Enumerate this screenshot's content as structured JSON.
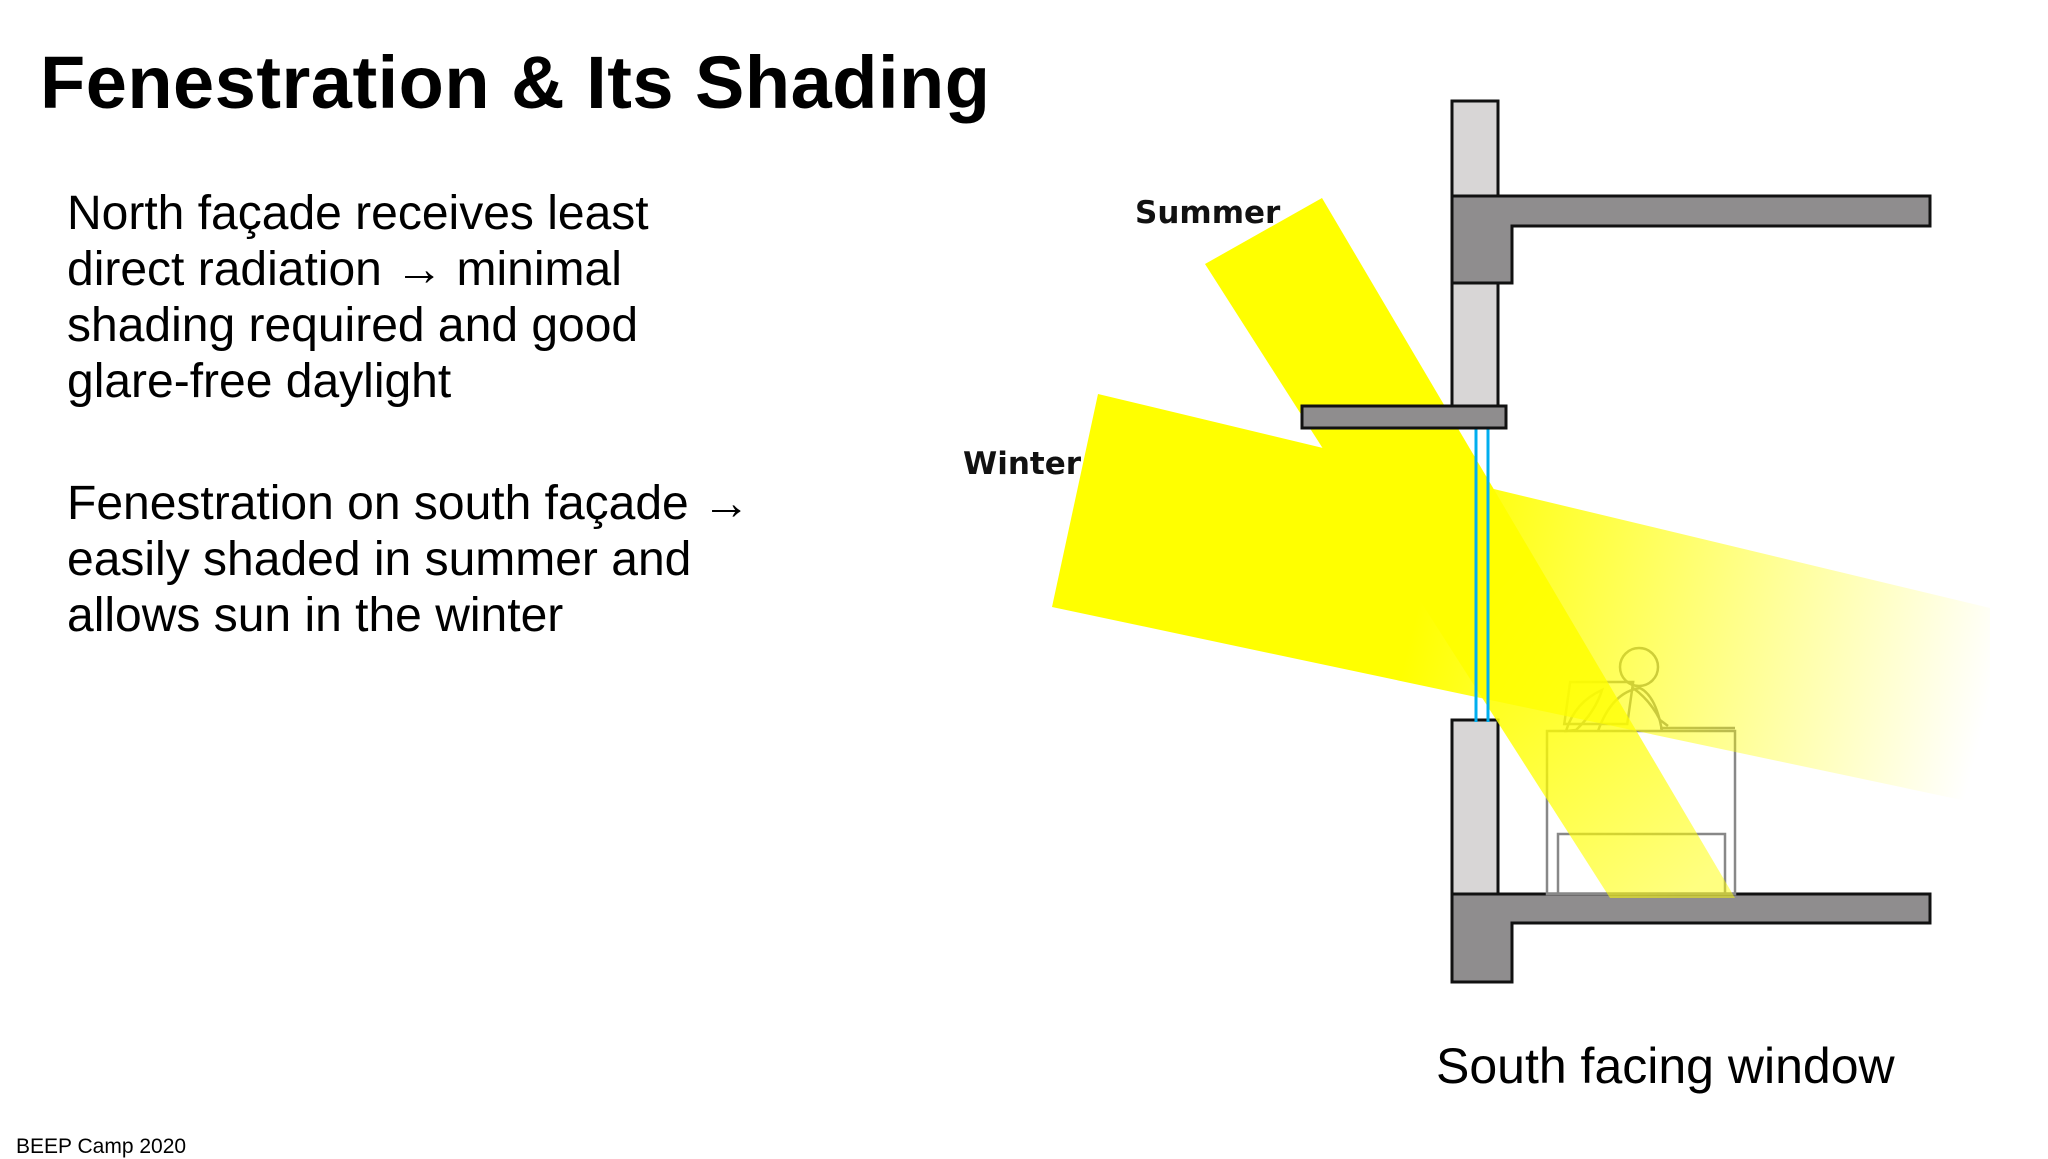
{
  "slide": {
    "title": "Fenestration & Its Shading",
    "bullets": [
      {
        "lines": [
          "North façade receives least",
          "direct radiation → minimal",
          "shading required and good",
          "glare-free daylight"
        ]
      },
      {
        "lines": [
          "Fenestration on south façade →",
          "easily shaded in summer and",
          "allows sun in the winter"
        ]
      }
    ],
    "footer": "BEEP Camp 2020"
  },
  "diagram": {
    "summer_label": "Summer",
    "winter_label": "Winter",
    "caption": "South facing window",
    "colors": {
      "sun_beam": "#ffff00",
      "wall": "#d8d6d6",
      "slab": "#8f8d8e",
      "glass": "#00aeef",
      "outline": "#111111"
    }
  }
}
